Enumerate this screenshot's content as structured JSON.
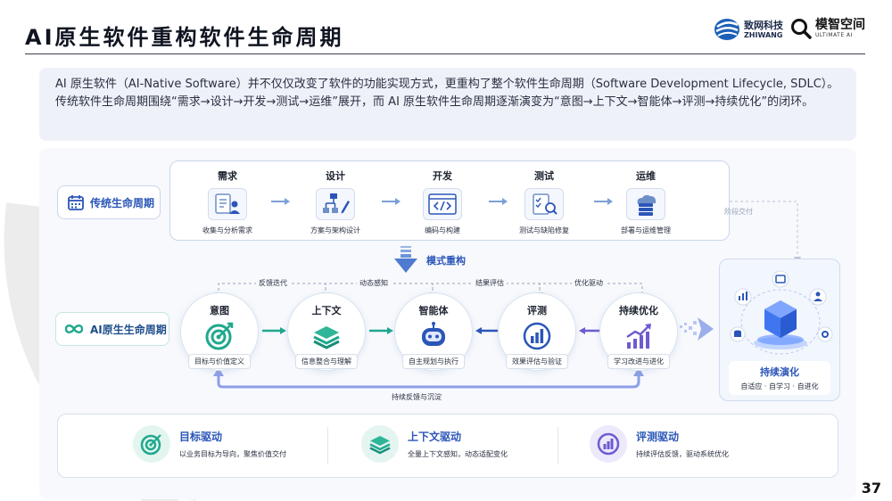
{
  "title": "AI原生软件重构软件生命周期",
  "logos": {
    "zhiwang_cn": "致网科技",
    "zhiwang_en": "ZHIWANG",
    "ultimate_cn": "模智空间",
    "ultimate_en": "ULTIMATE AI"
  },
  "intro": "AI 原生软件（AI-Native Software）并不仅仅改变了软件的功能实现方式，更重构了整个软件生命周期（Software Development Lifecycle, SDLC）。传统软件生命周期围绕“需求→设计→开发→测试→运维”展开，而 AI 原生软件生命周期逐渐演变为“意图→上下文→智能体→评测→持续优化”的闭环。",
  "traditional": {
    "label": "传统生命周期",
    "stages": [
      {
        "title": "需求",
        "sub": "收集与分析需求",
        "icon": "document-user-icon"
      },
      {
        "title": "设计",
        "sub": "方案与架构设计",
        "icon": "flowchart-pen-icon"
      },
      {
        "title": "开发",
        "sub": "编码与构建",
        "icon": "code-window-icon"
      },
      {
        "title": "测试",
        "sub": "测试与缺陷修复",
        "icon": "checklist-search-icon"
      },
      {
        "title": "运维",
        "sub": "部署与运维管理",
        "icon": "cloud-server-icon"
      }
    ],
    "delivery": "阶段交付"
  },
  "remodel": "模式重构",
  "ai": {
    "label": "AI原生生命周期",
    "nodes": [
      {
        "title": "意图",
        "sub": "目标与价值定义",
        "icon": "target-icon"
      },
      {
        "title": "上下文",
        "sub": "信息整合与理解",
        "icon": "layers-icon"
      },
      {
        "title": "智能体",
        "sub": "自主规划与执行",
        "icon": "robot-icon"
      },
      {
        "title": "评测",
        "sub": "效果评估与验证",
        "icon": "bar-gauge-icon"
      },
      {
        "title": "持续优化",
        "sub": "学习改进与进化",
        "icon": "trend-up-icon"
      }
    ],
    "loops": [
      "反馈迭代",
      "动态感知",
      "结果评估",
      "优化驱动"
    ],
    "bottom_loop": "持续反馈与沉淀"
  },
  "evolution": {
    "title": "持续演化",
    "sub": "自适应 · 自学习 · 自进化"
  },
  "drivers": [
    {
      "title": "目标驱动",
      "sub": "以业务目标为导向，聚焦价值交付",
      "icon": "target-icon"
    },
    {
      "title": "上下文驱动",
      "sub": "全量上下文感知，动态适配变化",
      "icon": "layers-icon"
    },
    {
      "title": "评测驱动",
      "sub": "持续评估反馈，驱动系统优化",
      "icon": "gauge-icon"
    }
  ],
  "page_number": "37",
  "colors": {
    "blue": "#2b56b8",
    "teal": "#1fa88e",
    "purple": "#6d5bd0"
  }
}
